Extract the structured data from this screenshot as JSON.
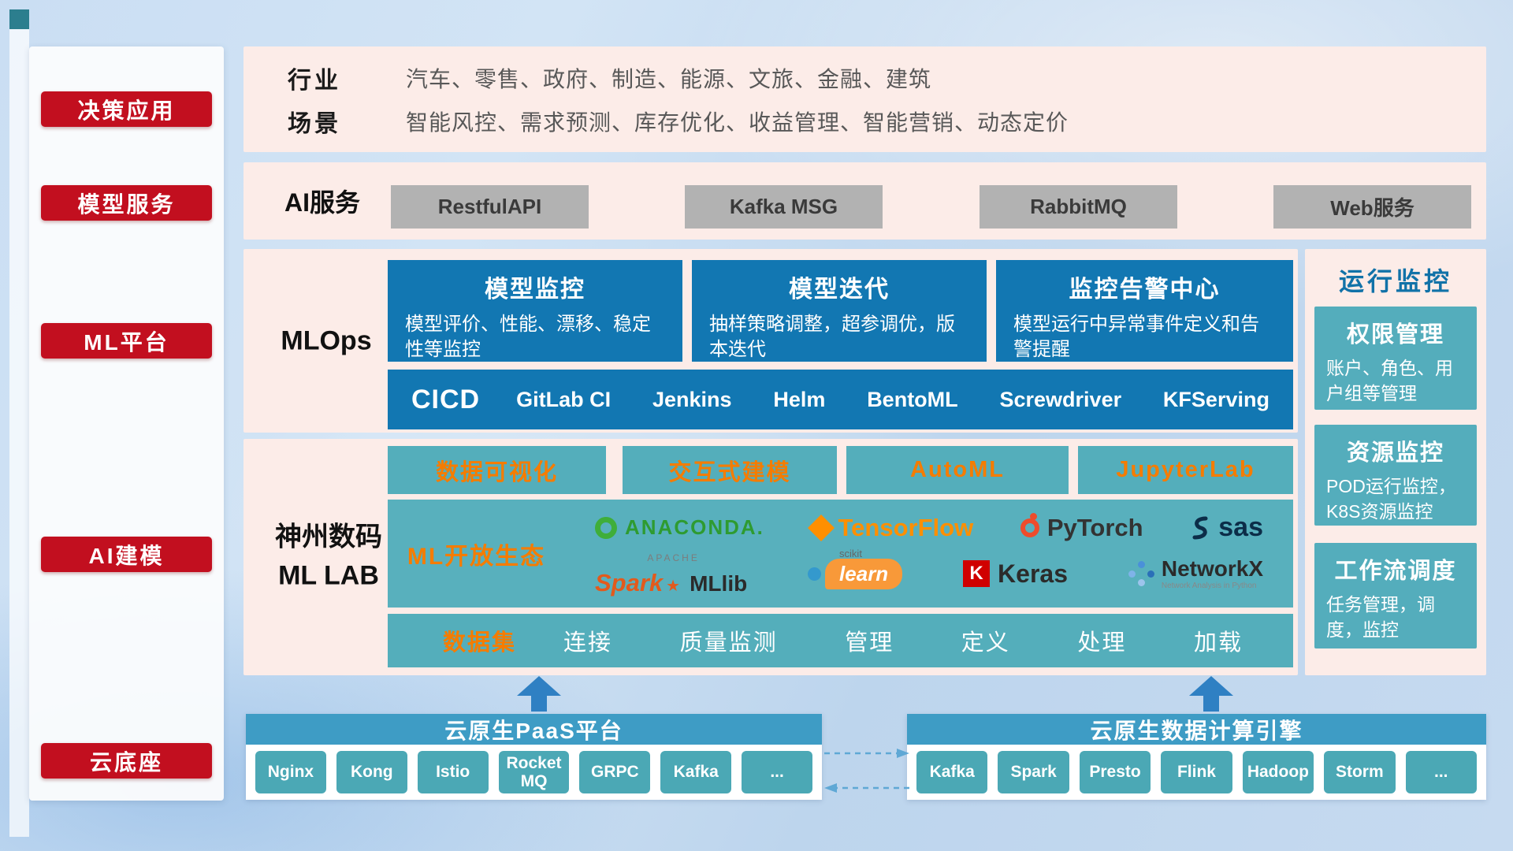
{
  "colors": {
    "accent_red": "#c20f1f",
    "panel_pink": "#fcece8",
    "primary_blue": "#1277b2",
    "teal": "#54aebb",
    "orange_accent": "#f57c00",
    "header_blue": "#3e9cc5",
    "chip_teal": "#4ba8b5",
    "gray_button": "#b2b2b2",
    "monitor_title_blue": "#1172a8",
    "arrow_blue": "#2f80c3"
  },
  "sidebar": {
    "items": [
      {
        "label": "决策应用"
      },
      {
        "label": "模型服务"
      },
      {
        "label": "ML平台"
      },
      {
        "label": "AI建模"
      },
      {
        "label": "云底座"
      }
    ]
  },
  "industry_row": {
    "row1_label": "行业",
    "row1_items": "汽车、零售、政府、制造、能源、文旅、金融、建筑",
    "row2_label": "场景",
    "row2_items": "智能风控、需求预测、库存优化、收益管理、智能营销、动态定价"
  },
  "ai_service_row": {
    "label": "AI服务",
    "buttons": [
      "RestfulAPI",
      "Kafka MSG",
      "RabbitMQ",
      "Web服务"
    ]
  },
  "mlops": {
    "label": "MLOps",
    "cards": [
      {
        "title": "模型监控",
        "desc": "模型评价、性能、漂移、稳定性等监控"
      },
      {
        "title": "模型迭代",
        "desc": "抽样策略调整，超参调优，版本迭代"
      },
      {
        "title": "监控告警中心",
        "desc": "模型运行中异常事件定义和告警提醒"
      }
    ],
    "cicd_label": "CICD",
    "cicd_tools": [
      "GitLab CI",
      "Jenkins",
      "Helm",
      "BentoML",
      "Screwdriver",
      "KFServing"
    ]
  },
  "mllab": {
    "label_line1": "神州数码",
    "label_line2": "ML LAB",
    "tools": [
      "数据可视化",
      "交互式建模",
      "AutoML",
      "JupyterLab"
    ],
    "ecosystem": {
      "label": "ML开放生态",
      "logos": {
        "anaconda": "ANACONDA.",
        "tensorflow": "TensorFlow",
        "pytorch": "PyTorch",
        "sas": "sas",
        "spark_sup": "APACHE",
        "spark": "Spark",
        "spark_star": "★",
        "mllib": "MLlib",
        "scikit_sup": "scikit",
        "scikit": "learn",
        "keras_letter": "K",
        "keras": "Keras",
        "networkx": "NetworkX",
        "networkx_sub": "Network Analysis in Python"
      }
    },
    "dataset": {
      "label": "数据集",
      "items": [
        "连接",
        "质量监测",
        "管理",
        "定义",
        "处理",
        "加载"
      ]
    }
  },
  "monitoring": {
    "title": "运行监控",
    "cards": [
      {
        "title": "权限管理",
        "desc": "账户、角色、用户组等管理"
      },
      {
        "title": "资源监控",
        "desc": "POD运行监控，K8S资源监控"
      },
      {
        "title": "工作流调度",
        "desc": "任务管理，调度，监控"
      }
    ]
  },
  "platforms": [
    {
      "title": "云原生PaaS平台",
      "items": [
        "Nginx",
        "Kong",
        "Istio",
        "RocketMQ",
        "GRPC",
        "Kafka",
        "..."
      ]
    },
    {
      "title": "云原生数据计算引擎",
      "items": [
        "Kafka",
        "Spark",
        "Presto",
        "Flink",
        "Hadoop",
        "Storm",
        "..."
      ]
    }
  ]
}
